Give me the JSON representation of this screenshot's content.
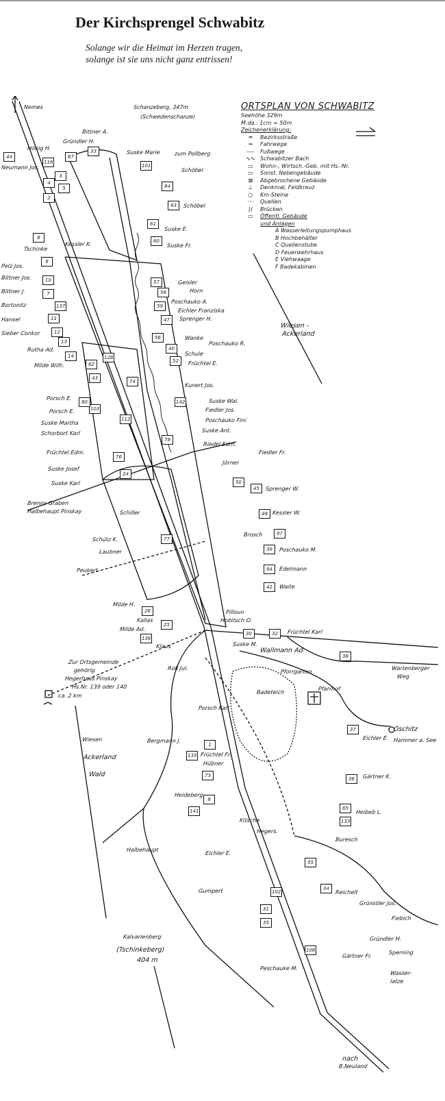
{
  "header": {
    "title": "Der Kirchsprengel Schwabitz",
    "motto_line1": "Solange wir die Heimat im Herzen tragen,",
    "motto_line2": "solange ist sie uns nicht ganz entrissen!"
  },
  "legend": {
    "title": "ORTSPLAN VON SCHWABITZ",
    "altitude": "Seehöhe 329m",
    "scale": "M.da.: 1cm = 50m",
    "key_heading": "Zeichenerklärung:",
    "items": [
      {
        "symbol": "double-line",
        "label": "Bezirksstraße"
      },
      {
        "symbol": "thick-line",
        "label": "Fahrwege"
      },
      {
        "symbol": "dashed-line",
        "label": "Fußwege"
      },
      {
        "symbol": "wavy-line",
        "label": "Schwabitzer Bach"
      },
      {
        "symbol": "box",
        "label": "Wohn-, Wirtsch.-Geb. mit Hs.-Nr."
      },
      {
        "symbol": "box-shaded",
        "label": "Sonst. Nebengebäude"
      },
      {
        "symbol": "box-crossed",
        "label": "Abgebrochene Gebäude"
      },
      {
        "symbol": "monument",
        "label": "Denkmal, Feldkreuz"
      },
      {
        "symbol": "circle",
        "label": "Km-Steine"
      },
      {
        "symbol": "dots",
        "label": "Quellen"
      },
      {
        "symbol": "bridge",
        "label": "Brücken"
      }
    ],
    "public_heading": "Öffentl. Gebäude",
    "public_heading2": "und Anlagen",
    "public_items": [
      "A Wasserleitungspumphaus",
      "B Hochbehälter",
      "C Quellenstube",
      "D Feuerwehrhaus",
      "E Viehwaage",
      "F Badekabinen"
    ]
  },
  "map": {
    "labels": [
      "Nemes",
      "Schanzeberg, 347m",
      "(Schwedenschanze)",
      "Bittner A.",
      "Hönig H.",
      "Gründler H.",
      "Suske Marie",
      "zum Pollberg",
      "Neumann Jos.",
      "Schöbel",
      "Schöbel",
      "Suske E.",
      "Suske Fr.",
      "Tschinke",
      "Kessler K.",
      "Geisler",
      "Horn",
      "Poschauko A.",
      "Eichler Franziska",
      "Sprenger H.",
      "Wanke",
      "Poschauko R.",
      "Schule",
      "Früchtel E.",
      "Kunert Jos.",
      "Suske Wal.",
      "Fiedler Jos.",
      "Poschauko Fini",
      "Suske Ant.",
      "Riedel Edm.",
      "Fiedler Fr.",
      "Jörner",
      "Sprenger W.",
      "Kessler W.",
      "Brosch",
      "Poschauko M.",
      "Edelmann",
      "Waite",
      "Früchtel Karl",
      "Pilloun",
      "Hobitsch O.",
      "Suske M.",
      "Pelz Jos.",
      "Bittner Jos.",
      "Bittner J.",
      "Bortonitz",
      "Hansel",
      "Sieber Conkor",
      "Rutha Ad.",
      "Milde Wilh.",
      "Porsch E.",
      "Porsch E.",
      "Suske Martha",
      "Schorbort Karl",
      "Früchtel Edm.",
      "Suske Josef",
      "Suske Karl",
      "Brenns Graben",
      "Halbehaupt Pinskay",
      "Schiller",
      "Schütz K.",
      "Laubner",
      "Peukert",
      "Milde H.",
      "Kallas",
      "Milde Ad.",
      "Klaus",
      "Wiesen -",
      "Ackerland",
      "Zur Ortsgemeinde",
      "gehörig",
      "Hegerhaus Pinskay",
      "Hs.Nr. 139 oder 140",
      "ca. 2 km",
      "Wiesen",
      "Ackerland",
      "Wald",
      "Wallmann Ad.",
      "Roll Jul.",
      "Pforrgarten",
      "Wartenberger",
      "Weg",
      "Pfarrhof",
      "Badeteich",
      "Oschitz",
      "Hammer a. See",
      "Porsch Karl",
      "Bergmann J.",
      "Eichler E.",
      "Früchtel Fr.",
      "Hübner",
      "Heideberg",
      "Gärtner K.",
      "Heibeb L.",
      "Kitsche",
      "Hegers.",
      "Buresch",
      "Eichler E.",
      "Halbehaupt",
      "Gumpert",
      "Reichelt",
      "Grünstler Jos.",
      "Fiebich",
      "Gründler H.",
      "Sperning",
      "Gärtner Fr.",
      "Peschauke M.",
      "Wasser-",
      "latze",
      "Kalvarienberg",
      "(Tschinkeberg)",
      "404 m",
      "nach",
      "B.Neuland"
    ],
    "houses": [
      "44",
      "116",
      "87",
      "33",
      "101",
      "3",
      "4",
      "5",
      "2",
      "84",
      "93",
      "61",
      "60",
      "6",
      "9",
      "10",
      "7",
      "137",
      "11",
      "12",
      "13",
      "14",
      "82",
      "57",
      "58",
      "59",
      "47",
      "56",
      "40",
      "52",
      "103",
      "128",
      "43",
      "112",
      "142",
      "74",
      "76",
      "24",
      "80",
      "77",
      "78",
      "50",
      "48",
      "97",
      "45",
      "39",
      "94",
      "42",
      "30",
      "32",
      "136",
      "25",
      "1",
      "135",
      "141",
      "38",
      "37",
      "36",
      "65",
      "133",
      "55",
      "34",
      "31",
      "35",
      "106",
      "102",
      "73",
      "8",
      "26"
    ]
  }
}
